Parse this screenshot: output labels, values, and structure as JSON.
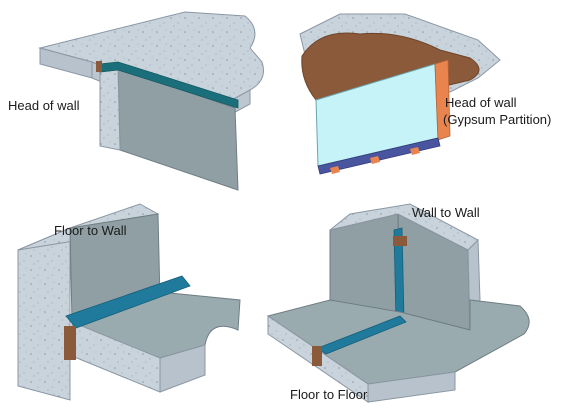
{
  "labels": {
    "head_of_wall": "Head of wall",
    "head_of_wall_gypsum_line1": "Head of wall",
    "head_of_wall_gypsum_line2": "(Gypsum Partition)",
    "floor_to_wall": "Floor to Wall",
    "wall_to_wall": "Wall to Wall",
    "floor_to_floor": "Floor to Floor"
  },
  "colors": {
    "concrete_face": "#c9d3dc",
    "concrete_side": "#b7c2cc",
    "concrete_outline": "#8a97a3",
    "wall_grey": "#8f9fa4",
    "wall_grey_dark": "#7c8c91",
    "sealant_blue": "#1f7a9c",
    "sealant_teal": "#1b6f7a",
    "brown_fill": "#8a5a3b",
    "gypsum_cyan": "#c5f3f7",
    "orange_stud": "#e9844f",
    "navy_track": "#4a55a0"
  }
}
